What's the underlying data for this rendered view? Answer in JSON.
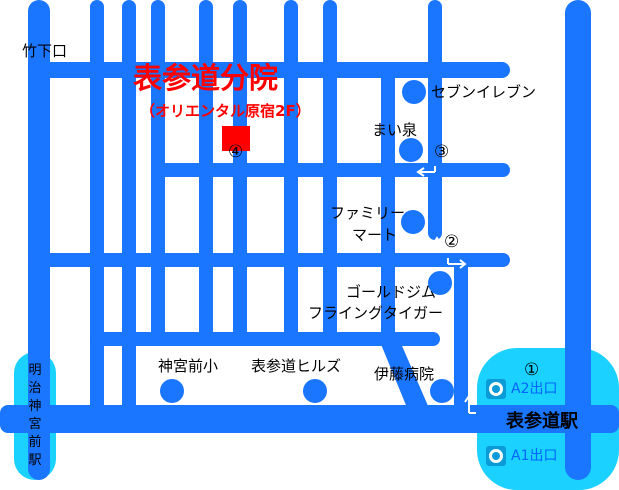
{
  "labels": {
    "takeshitaguchi": "竹下口",
    "seven_eleven": "セブンイレブン",
    "maizumi": "まい泉",
    "familymart_1": "ファミリー",
    "familymart_2": "マート",
    "goldsgym": "ゴールドジム",
    "flying_tiger": "フライングタイガー",
    "jingumae_school": "神宮前小",
    "omotesando_hills": "表参道ヒルズ",
    "ito_hospital": "伊藤病院",
    "meiji_jingumae": "明治神宮前駅",
    "omotesando_station": "表参道駅",
    "exit_a2": "A2出口",
    "exit_a1": "A1出口"
  },
  "clinic": {
    "name": "表参道分院",
    "building": "（オリエンタル原宿2F）"
  },
  "route_markers": [
    "①",
    "②",
    "③",
    "④"
  ],
  "colors": {
    "road": "#1a75ff",
    "station_area": "#1ad1ff",
    "clinic_marker": "#ff0000",
    "metro_icon": "#0b9bd6",
    "exit_text": "#0066ff"
  }
}
